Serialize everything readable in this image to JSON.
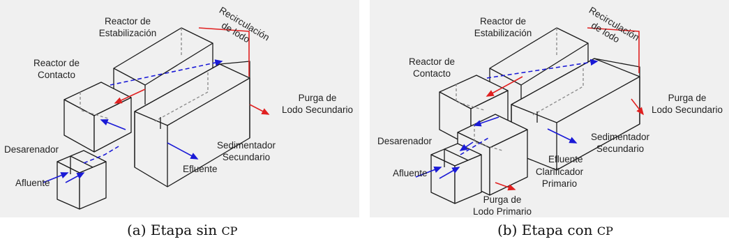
{
  "panel_a": {
    "reactor_estab": [
      "Reactor de",
      "Estabilización"
    ],
    "recirculacion": [
      "Recirculación",
      "de lodo"
    ],
    "reactor_contacto": [
      "Reactor de",
      "Contacto"
    ],
    "purga_secundario": [
      "Purga de",
      "Lodo Secundario"
    ],
    "desarenador": "Desarenador",
    "sedimentador": [
      "Sedimentador",
      "Secundario"
    ],
    "efluente": "Efluente",
    "afluente": "Afluente",
    "caption_prefix": "(a) Etapa sin",
    "caption_abbr": "CP"
  },
  "panel_b": {
    "reactor_estab": [
      "Reactor de",
      "Estabilización"
    ],
    "recirculacion": [
      "Recirculación",
      "de lodo"
    ],
    "reactor_contacto": [
      "Reactor de",
      "Contacto"
    ],
    "purga_secundario": [
      "Purga de",
      "Lodo Secundario"
    ],
    "desarenador": "Desarenador",
    "sedimentador": [
      "Sedimentador",
      "Secundario"
    ],
    "efluente": "Efluente",
    "afluente": "Afluente",
    "clarificador": [
      "Clarificador",
      "Primario"
    ],
    "purga_primario": [
      "Purga de",
      "Lodo Primario"
    ],
    "caption_prefix": "(b) Etapa con",
    "caption_abbr": "CP"
  },
  "colors": {
    "arrow_blue": "#1a1ad6",
    "arrow_red": "#e02020",
    "line": "#1a1a1a",
    "panel_bg": "#f0f0f0"
  }
}
